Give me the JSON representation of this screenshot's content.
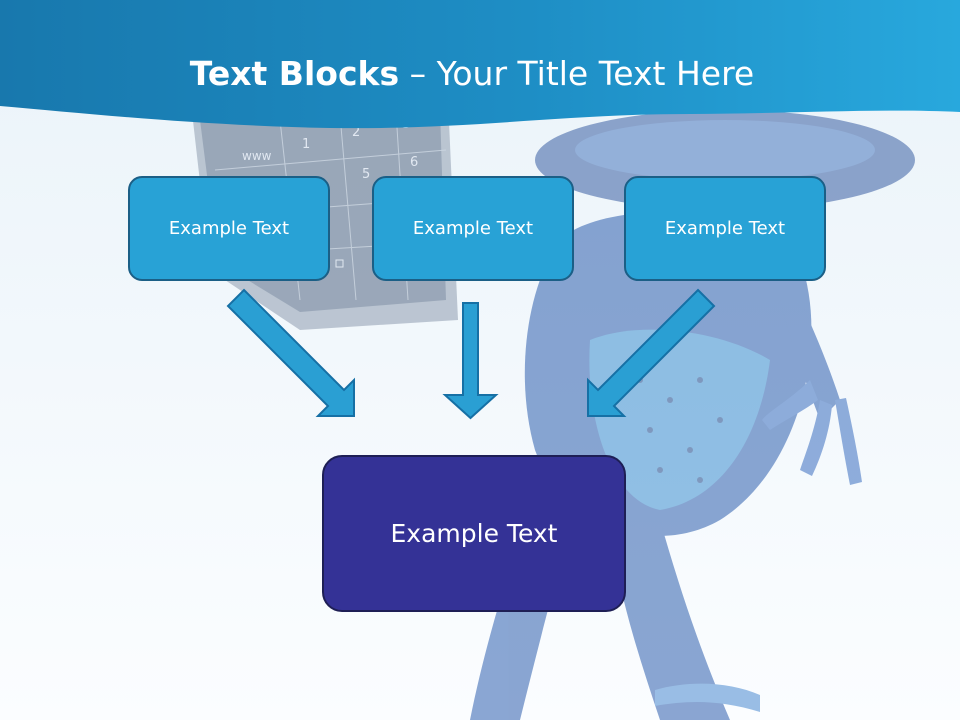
{
  "slide": {
    "title_bold": "Text Blocks",
    "title_sep": " – ",
    "title_rest": "Your Title Text Here",
    "blocks": [
      "Example Text",
      "Example Text",
      "Example Text"
    ],
    "result": "Example Text"
  },
  "background": {
    "phone_keys": [
      "www",
      "1",
      "2",
      "3",
      "5",
      "6"
    ]
  },
  "colors": {
    "header": "#1e88bd",
    "block_fill": "#28a2d6",
    "block_border": "#1b5f86",
    "result_fill": "#343296",
    "arrow_fill": "#2a9fd3",
    "arrow_stroke": "#1670a5"
  }
}
